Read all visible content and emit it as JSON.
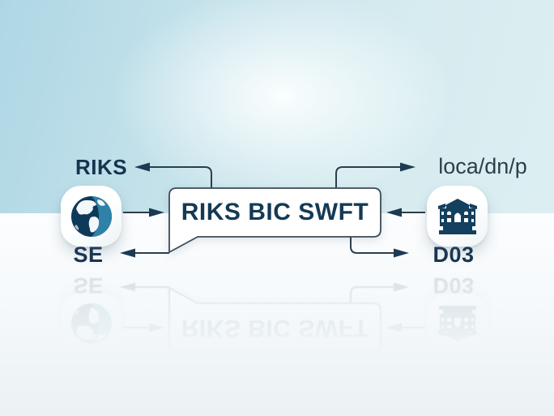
{
  "diagram": {
    "banner": {
      "label": "RIKS BIC SWFT"
    },
    "left_node": {
      "top_label": "RIKS",
      "bottom_label": "SE",
      "icon": "globe-icon"
    },
    "right_node": {
      "top_label": "loca/dn/p",
      "bottom_label": "D03",
      "icon": "bank-building-icon"
    },
    "arrows": [
      {
        "name": "banner-to-left-top-arrow",
        "direction": "left"
      },
      {
        "name": "globe-to-banner-arrow",
        "direction": "right"
      },
      {
        "name": "banner-to-left-bottom-arrow",
        "direction": "left"
      },
      {
        "name": "banner-to-right-top-arrow",
        "direction": "right"
      },
      {
        "name": "building-to-banner-arrow",
        "direction": "left"
      },
      {
        "name": "banner-to-right-bottom-arrow",
        "direction": "right"
      }
    ]
  },
  "colors": {
    "text_navy": "#16334f",
    "text_slate": "#2e3e4a",
    "line": "#2d3e4c",
    "banner_fill": "#ffffff",
    "banner_border": "#3d4b55",
    "bg_top_left": "#aed7e5",
    "bg_top_right": "#dceef2",
    "floor_bottom": "#ebf1f4",
    "icon_navy": "#0e3a59",
    "icon_teal": "#2f81a8"
  }
}
